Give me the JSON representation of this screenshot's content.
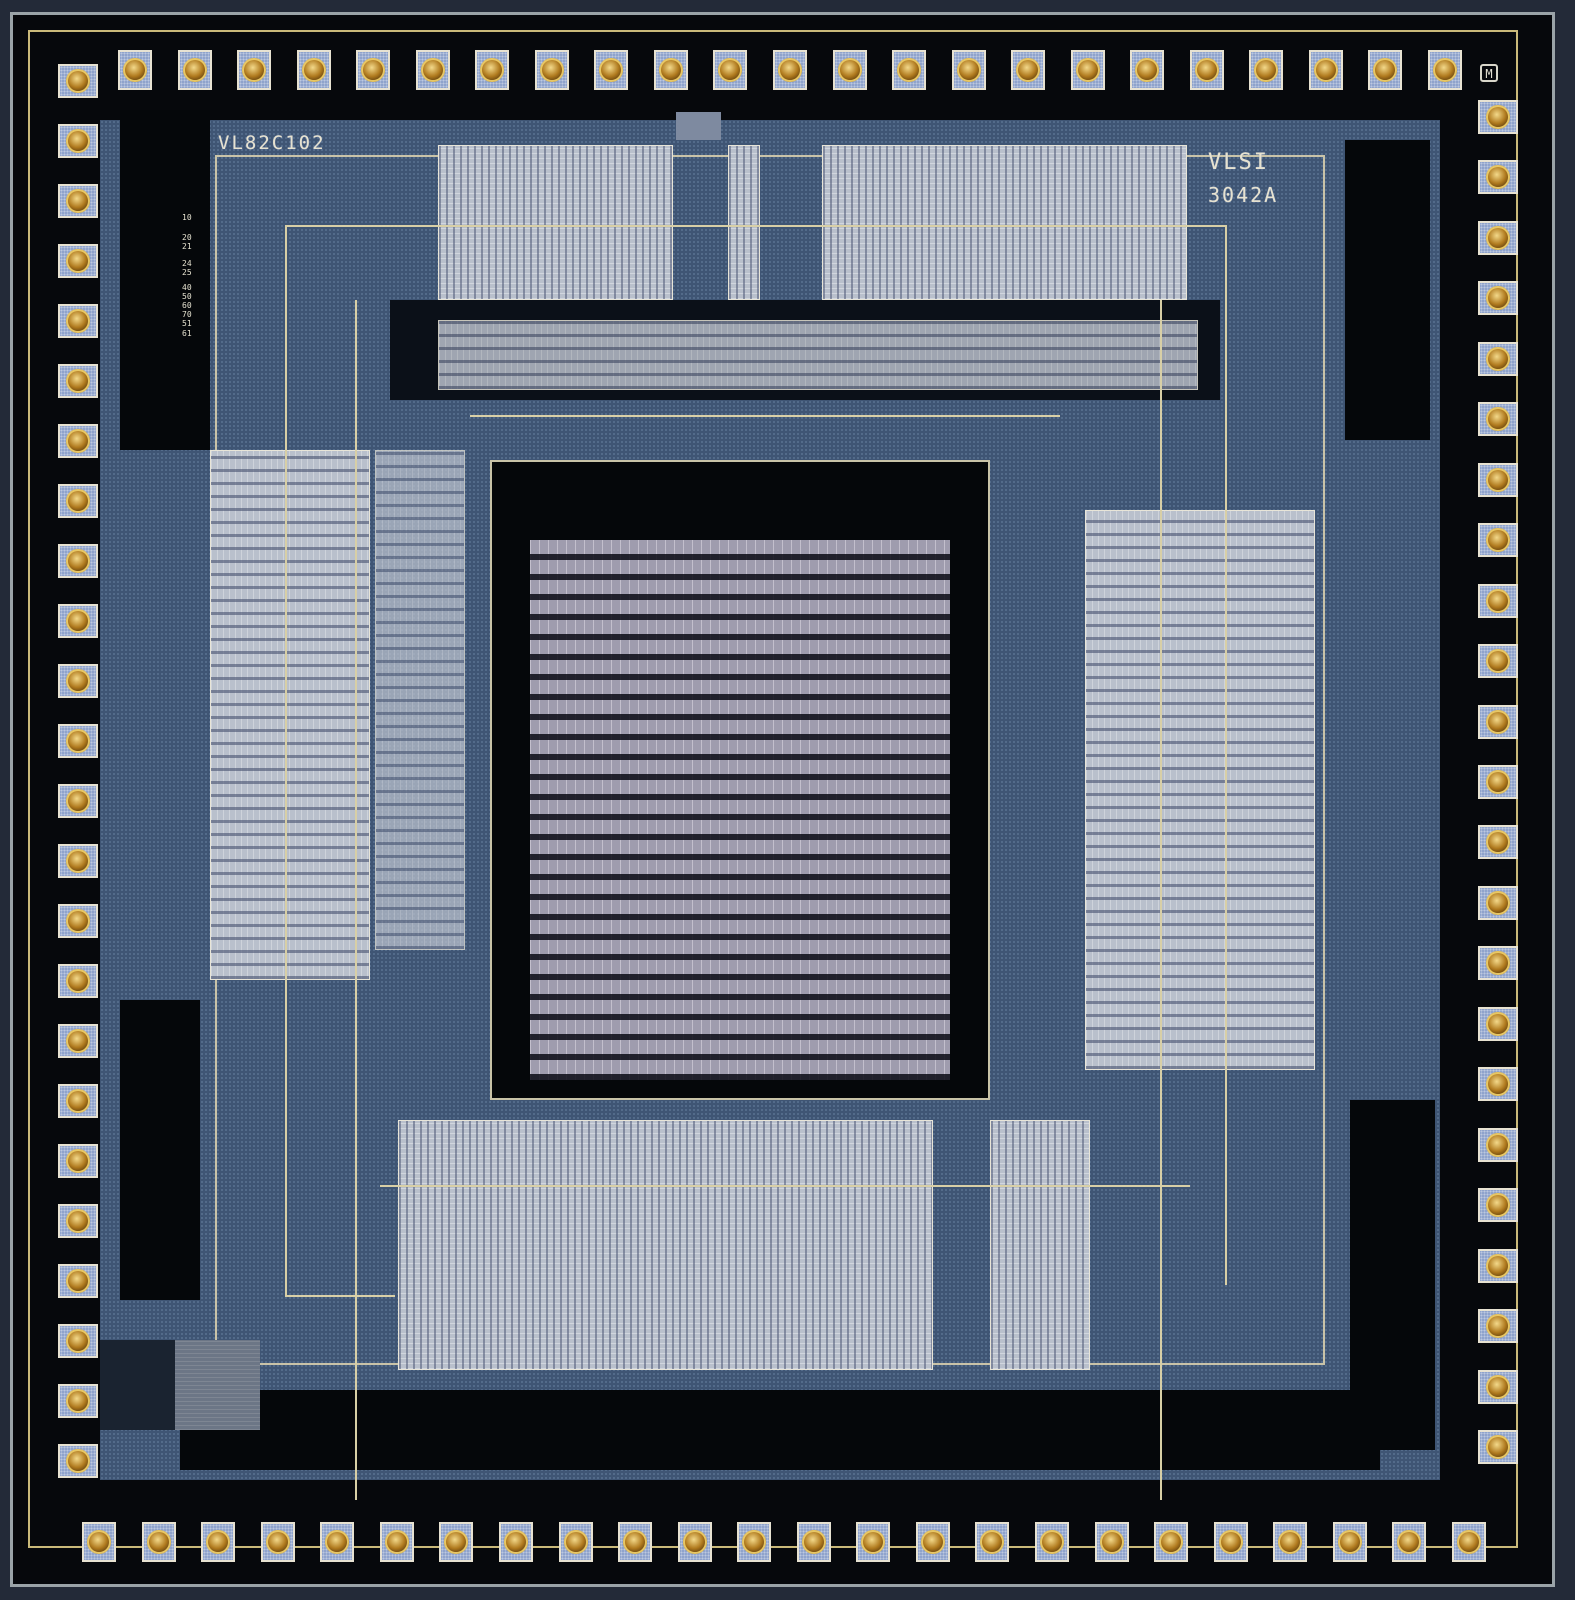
{
  "image": {
    "subject": "Integrated circuit die photograph",
    "palette": {
      "substrate_blue": "#3f5574",
      "metal_black": "#05070a",
      "bond_pad": "#8fa3cc",
      "bond_ball_gold": "#b07a1e",
      "metal_lines": "#d8cfa6",
      "logic_gray": "#b9c0cc"
    }
  },
  "markings": {
    "part_number": "VL82C102",
    "vendor": "VLSI",
    "die_code": "3042A",
    "corner_logo": "M",
    "mask_layer_ids": [
      "10",
      "20",
      "21",
      "24",
      "25",
      "40",
      "50",
      "60",
      "70",
      "51",
      "61"
    ]
  },
  "pads": {
    "top_count": 23,
    "bottom_count": 24,
    "left_count": 24,
    "right_count": 23
  },
  "regions": [
    {
      "name": "top-io-buffer-array",
      "description": "row of 20 repeated cells"
    },
    {
      "name": "left-register-block",
      "description": "stacked register cells"
    },
    {
      "name": "right-register-block",
      "description": "stacked register cells"
    },
    {
      "name": "center-random-logic",
      "description": "standard-cell rows"
    },
    {
      "name": "bottom-datapath",
      "description": "16-bit repeated datapath slices"
    },
    {
      "name": "bottom-left-analog",
      "description": "capacitor/resistor area"
    }
  ]
}
